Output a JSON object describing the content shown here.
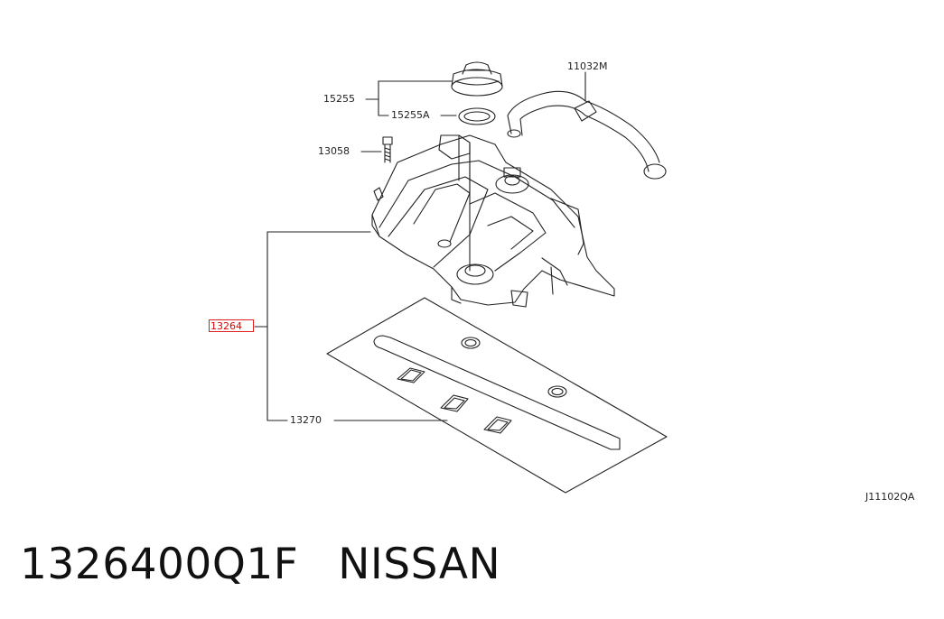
{
  "diagram": {
    "callouts": {
      "hose": "11032M",
      "cap": "15255",
      "cap_seal": "15255A",
      "bolt": "13058",
      "cover_selected": "13264",
      "gasket": "13270"
    },
    "code": "J11102QA",
    "highlight_color": "#e02020"
  },
  "caption": {
    "part_number": "1326400Q1F",
    "brand": "NISSAN"
  }
}
